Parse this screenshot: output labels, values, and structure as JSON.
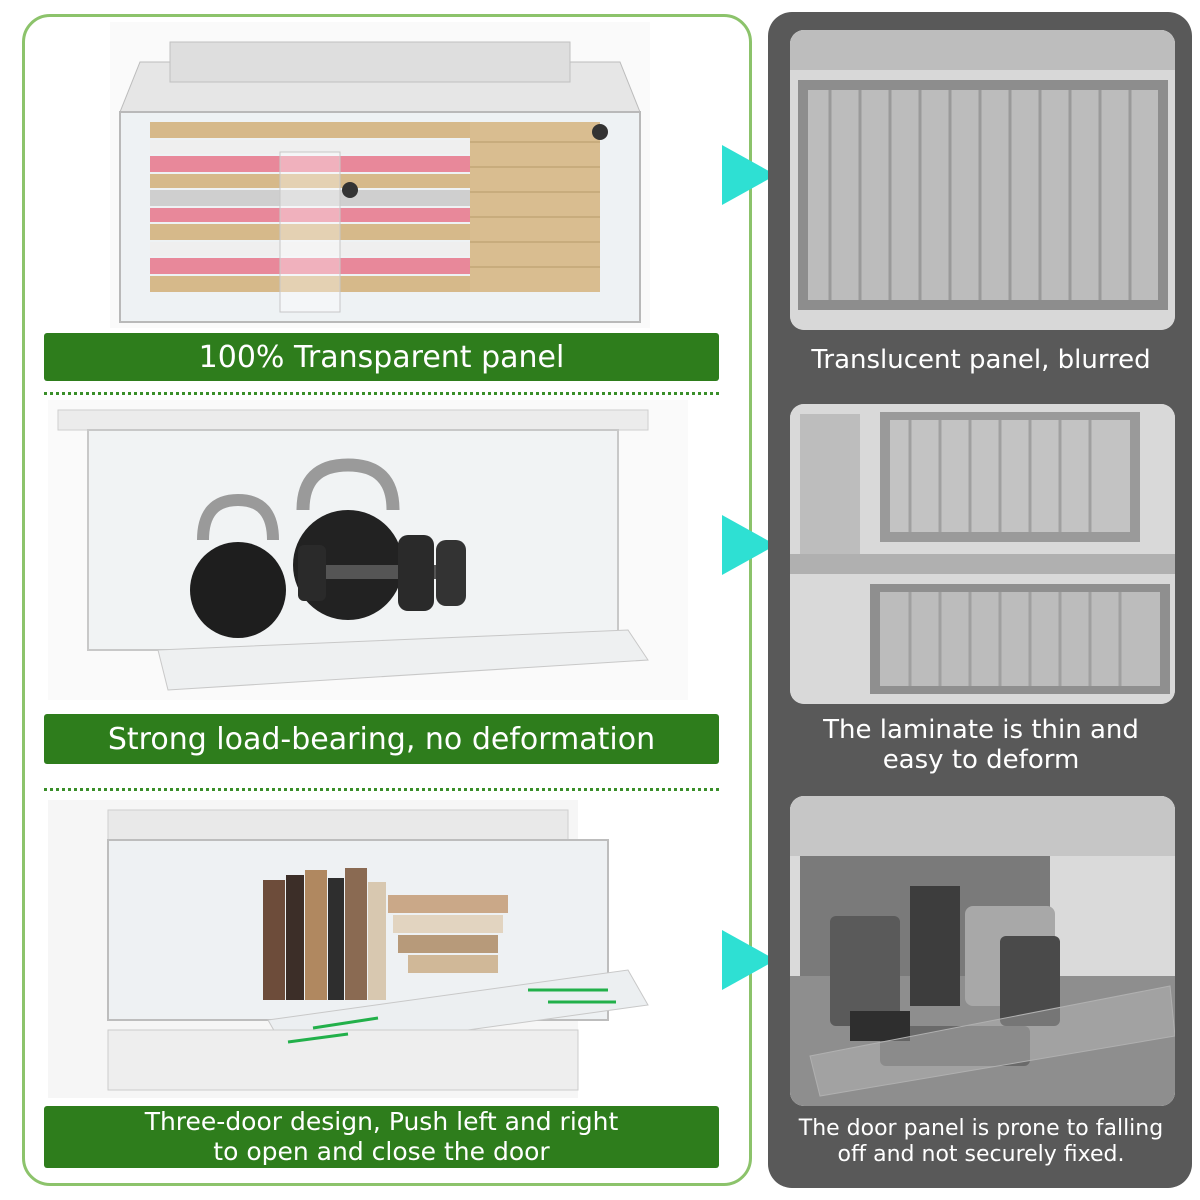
{
  "left": {
    "panels": [
      {
        "label": "100% Transparent panel"
      },
      {
        "label": "Strong load-bearing, no deformation"
      },
      {
        "label_line1": "Three-door design, Push left and right",
        "label_line2": "to open and close the door"
      }
    ]
  },
  "right": {
    "panels": [
      {
        "label": "Translucent panel, blurred"
      },
      {
        "label_line1": "The laminate is thin and",
        "label_line2": "easy to deform"
      },
      {
        "label_line1": "The door panel is prone to falling",
        "label_line2": "off and not securely fixed."
      }
    ]
  },
  "colors": {
    "green_label": "#2e7d1c",
    "green_border": "#8cc36b",
    "arrow": "#2ee0d3",
    "right_bg": "#595959"
  },
  "icons": [
    "compare-arrow-icon"
  ]
}
